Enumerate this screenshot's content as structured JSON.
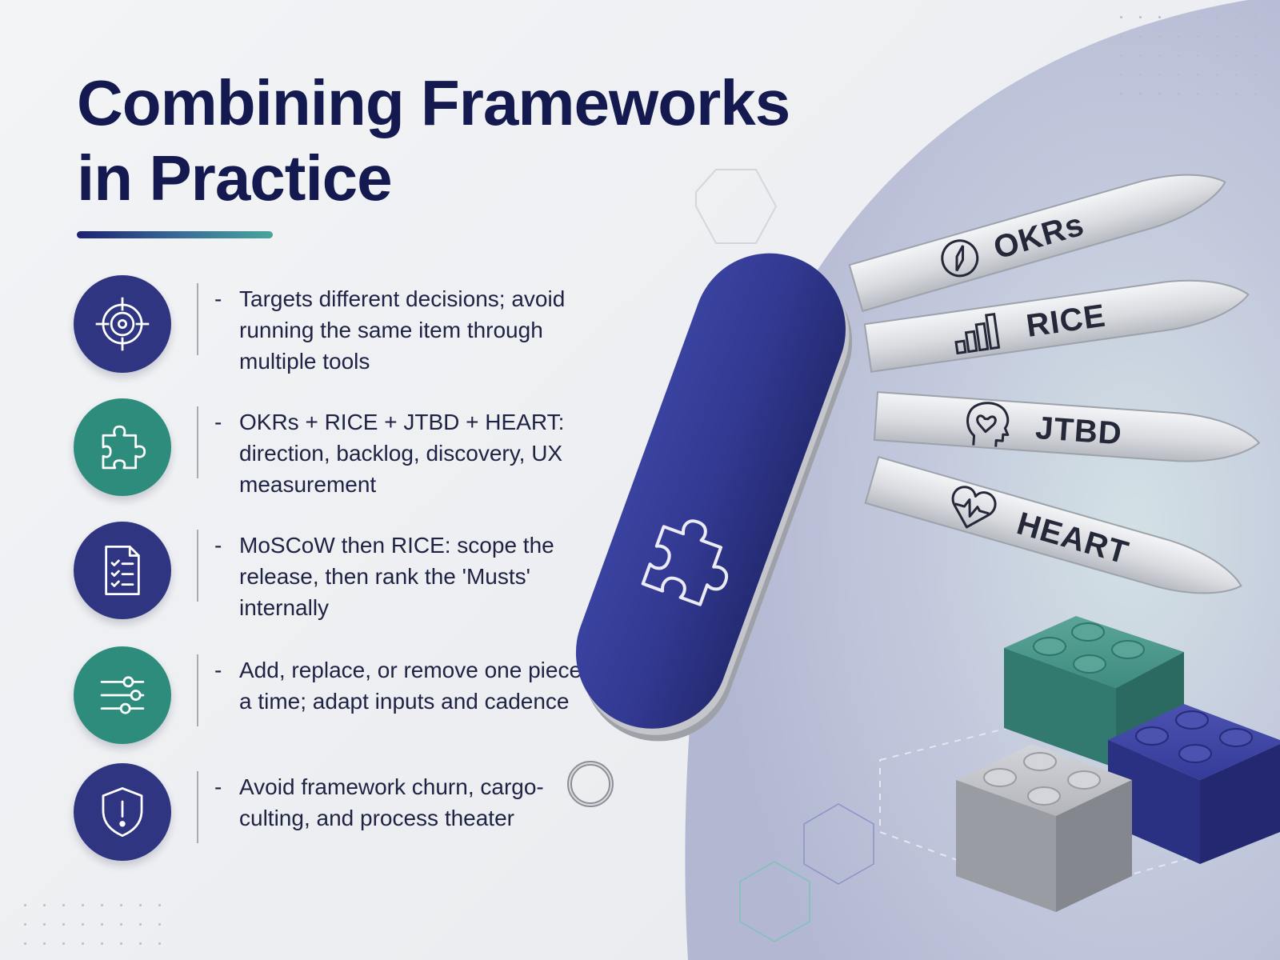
{
  "slide": {
    "title_line1": "Combining Frameworks",
    "title_line2": "in Practice"
  },
  "points": [
    {
      "icon": "target-icon",
      "dash": "-",
      "text": "Targets different decisions; avoid running the same item through multiple tools"
    },
    {
      "icon": "puzzle-piece-icon",
      "dash": "-",
      "text": "OKRs + RICE + JTBD + HEART: direction, backlog, discovery, UX measurement"
    },
    {
      "icon": "checklist-icon",
      "dash": "-",
      "text": "MoSCoW then RICE: scope the release, then rank the 'Musts' internally"
    },
    {
      "icon": "sliders-icon",
      "dash": "-",
      "text": "Add, replace, or remove one piece at a time; adapt inputs and cadence"
    },
    {
      "icon": "shield-alert-icon",
      "dash": "-",
      "text": "Avoid framework churn, cargo-culting, and process theater"
    }
  ],
  "knife": {
    "blades": [
      {
        "label": "OKRs",
        "icon": "compass-icon"
      },
      {
        "label": "RICE",
        "icon": "bar-chart-icon"
      },
      {
        "label": "JTBD",
        "icon": "head-heart-icon"
      },
      {
        "label": "HEART",
        "icon": "heartbeat-icon"
      }
    ],
    "handle_icon": "puzzle-piece-icon"
  },
  "colors": {
    "navy": "#2f3580",
    "teal": "#2e8c7d",
    "title": "#141a4f",
    "knife_handle": "#2e3585",
    "brick_teal": "#3f8c80",
    "brick_blue": "#343b98",
    "brick_grey": "#b3b5bb"
  }
}
